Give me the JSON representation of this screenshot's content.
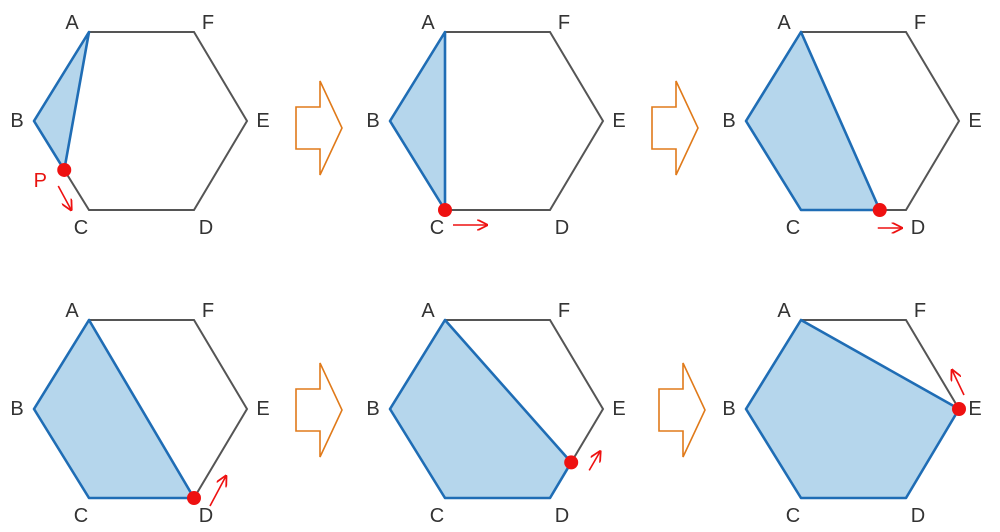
{
  "diagram": {
    "vertex_labels": [
      "A",
      "F",
      "E",
      "D",
      "C",
      "B"
    ],
    "moving_point_label": "P",
    "panel_count": 6,
    "colors": {
      "hexagon_outline": "#555555",
      "shaded_fill": "#b5d6ec",
      "shaded_outline": "#1f6db5",
      "point": "#ee1111",
      "motion_arrow": "#ee1111",
      "step_arrow": "#e07a1a"
    },
    "panels": [
      {
        "point_on": "B-C",
        "point_fraction": 0.55,
        "shaded_polygon": [
          "A",
          "B",
          "P"
        ],
        "motion_direction": "toward C"
      },
      {
        "point_on": "C",
        "point_fraction": 0.0,
        "shaded_polygon": [
          "A",
          "B",
          "C"
        ],
        "motion_direction": "toward D"
      },
      {
        "point_on": "C-D",
        "point_fraction": 0.75,
        "shaded_polygon": [
          "A",
          "B",
          "C",
          "P"
        ],
        "motion_direction": "toward D"
      },
      {
        "point_on": "D",
        "point_fraction": 0.0,
        "shaded_polygon": [
          "A",
          "B",
          "C",
          "D"
        ],
        "motion_direction": "toward E"
      },
      {
        "point_on": "D-E",
        "point_fraction": 0.4,
        "shaded_polygon": [
          "A",
          "B",
          "C",
          "D",
          "P"
        ],
        "motion_direction": "toward E"
      },
      {
        "point_on": "E",
        "point_fraction": 0.0,
        "shaded_polygon": [
          "A",
          "B",
          "C",
          "D",
          "E"
        ],
        "motion_direction": "toward F"
      }
    ]
  }
}
